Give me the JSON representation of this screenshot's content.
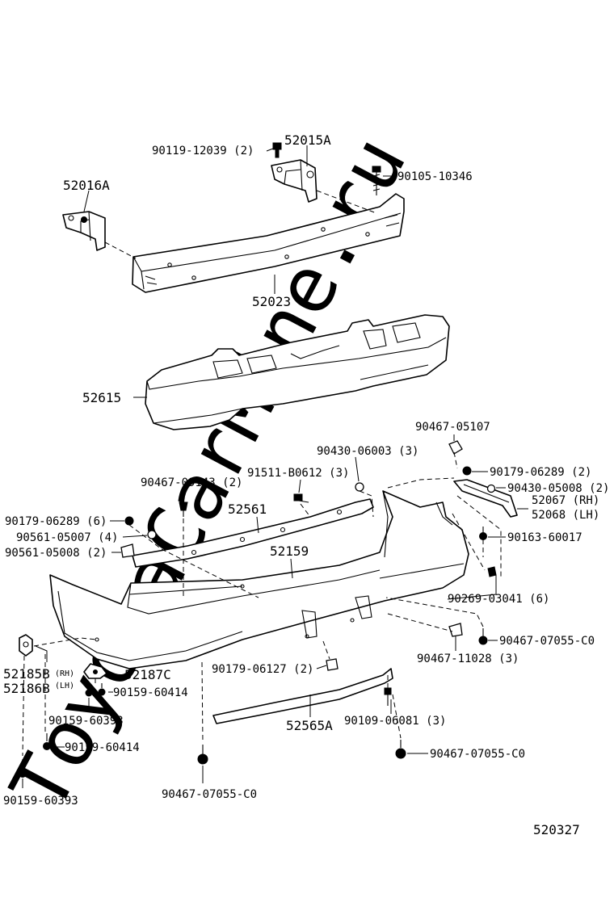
{
  "watermark": "ToyotaCarMine.ru",
  "diagram_id": "520327",
  "labels": {
    "l01": "52015A",
    "l02": "90119-12039 (2)",
    "l03": "90105-10346",
    "l04": "52016A",
    "l05": "52023",
    "l06": "52615",
    "l07": "90467-05107",
    "l08": "90430-06003 (3)",
    "l09": "91511-B0612 (3)",
    "l10": "90179-06289 (2)",
    "l11": "90430-05008 (2)",
    "l12": "90467-09143 (2)",
    "l13": "52561",
    "l14": "52067 (RH)",
    "l15": "52068 (LH)",
    "l16": "90179-06289 (6)",
    "l17": "90561-05007 (4)",
    "l18": "90163-60017",
    "l19": "90561-05008 (2)",
    "l20": "52159",
    "l21": "90269-03041 (6)",
    "l22": "90467-07055-C0",
    "l23": "90467-11028 (3)",
    "l24": "52187C",
    "l25": "90179-06127 (2)",
    "l26": "90159-60414",
    "l27": "90159-60393",
    "l28": "52565A",
    "l29": "90109-06081 (3)",
    "l30": "90159-60414",
    "l31": "90467-07055-C0",
    "l32": "90159-60393",
    "l33": "90467-07055-C0"
  },
  "side_labels": {
    "rh_code": "52185B",
    "rh_tag": "(RH)",
    "lh_code": "52186B",
    "lh_tag": "(LH)"
  }
}
